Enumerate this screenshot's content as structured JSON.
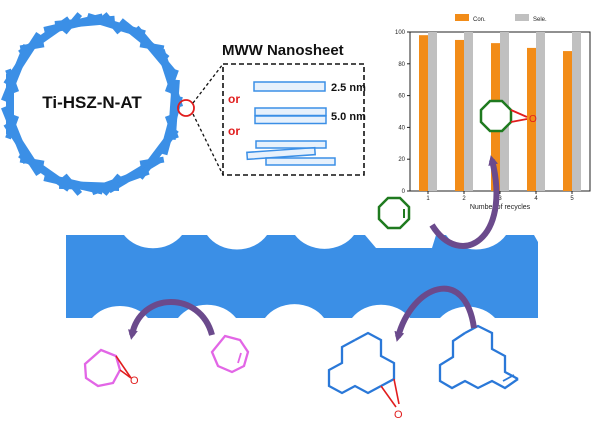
{
  "catalyst_label": "Ti-HSZ-N-AT",
  "nanosheet": {
    "title": "MWW Nanosheet",
    "or_label_1": "or",
    "or_label_2": "or",
    "thickness_1": "2.5 nm",
    "thickness_2": "5.0 nm"
  },
  "epoxide_oxygen_symbol": "O",
  "colors": {
    "framework_blue": "#3b8fe6",
    "conversion_orange": "#f28c18",
    "selectivity_gray": "#c0c0c0",
    "cyclooctene_green": "#1f7a1f",
    "cycloheptene_pink": "#e266e6",
    "cyclododecene_blue": "#2a78d8",
    "arrow_purple": "#6b4a8c",
    "oxygen_red": "#e11d1d"
  },
  "chart_data": {
    "type": "bar",
    "categories": [
      "1",
      "2",
      "3",
      "4",
      "5"
    ],
    "series": [
      {
        "name": "Con.",
        "values": [
          98,
          95,
          93,
          90,
          88
        ]
      },
      {
        "name": "Sele.",
        "values": [
          100,
          100,
          100,
          100,
          100
        ]
      }
    ],
    "xlabel": "Number of recycles",
    "ylabel": "",
    "ylim": [
      0,
      100
    ],
    "yticks": [
      "0",
      "20",
      "40",
      "60",
      "80",
      "100"
    ],
    "legend_position": "top",
    "grid": false
  }
}
